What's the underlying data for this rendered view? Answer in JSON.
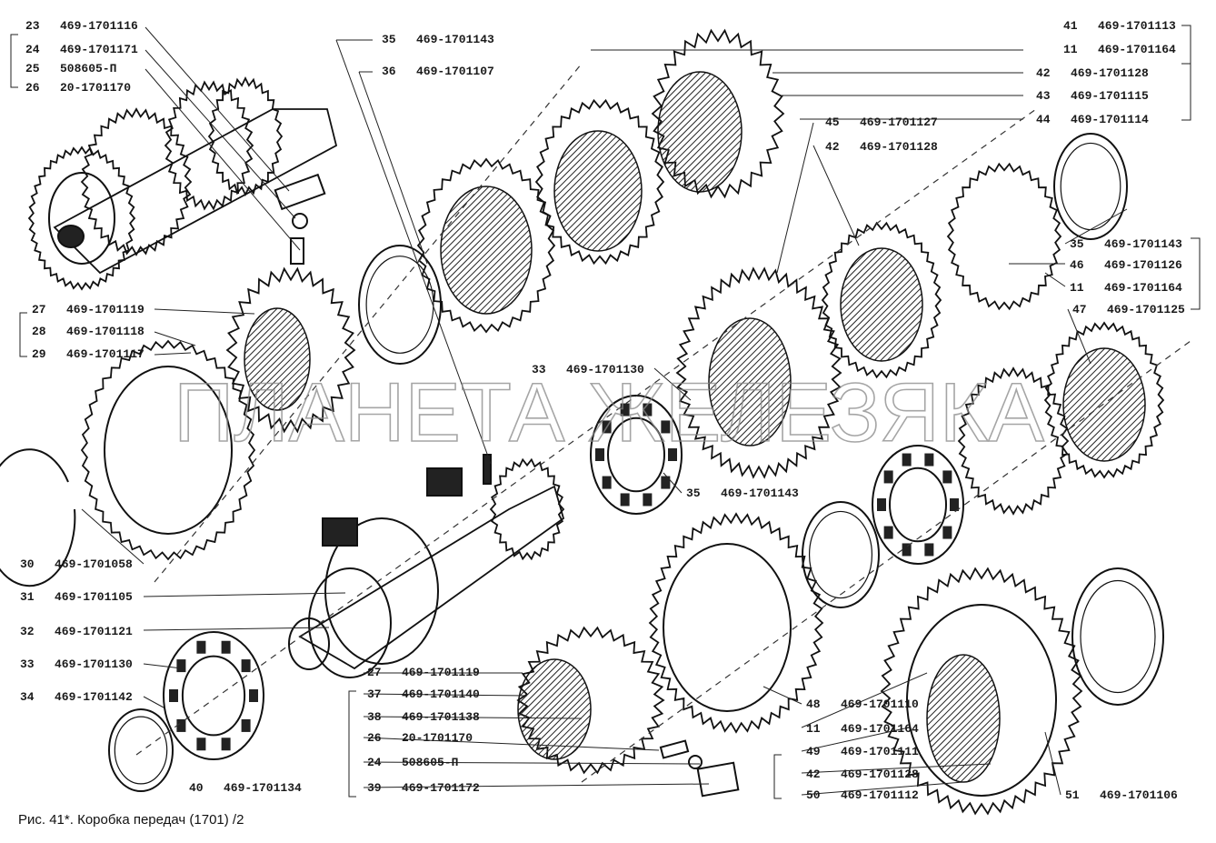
{
  "caption": "Рис. 41*. Коробка передач (1701) /2",
  "watermark": "ПЛАНЕТА ЖЕЛЕЗЯКА",
  "labels": [
    {
      "num": "23",
      "part": "469-1701116"
    },
    {
      "num": "24",
      "part": "469-1701171"
    },
    {
      "num": "25",
      "part": "508605-П"
    },
    {
      "num": "26",
      "part": "20-1701170"
    },
    {
      "num": "27",
      "part": "469-1701119"
    },
    {
      "num": "28",
      "part": "469-1701118"
    },
    {
      "num": "29",
      "part": "469-1701117"
    },
    {
      "num": "30",
      "part": "469-1701058"
    },
    {
      "num": "31",
      "part": "469-1701105"
    },
    {
      "num": "32",
      "part": "469-1701121"
    },
    {
      "num": "33",
      "part": "469-1701130"
    },
    {
      "num": "34",
      "part": "469-1701142"
    },
    {
      "num": "40",
      "part": "469-1701134"
    },
    {
      "num": "35",
      "part": "469-1701143"
    },
    {
      "num": "36",
      "part": "469-1701107"
    },
    {
      "num": "41",
      "part": "469-1701113"
    },
    {
      "num": "11",
      "part": "469-1701164"
    },
    {
      "num": "42",
      "part": "469-1701128"
    },
    {
      "num": "43",
      "part": "469-1701115"
    },
    {
      "num": "44",
      "part": "469-1701114"
    },
    {
      "num": "45",
      "part": "469-1701127"
    },
    {
      "num": "42",
      "part": "469-1701128"
    },
    {
      "num": "35",
      "part": "469-1701143"
    },
    {
      "num": "46",
      "part": "469-1701126"
    },
    {
      "num": "11",
      "part": "469-1701164"
    },
    {
      "num": "47",
      "part": "469-1701125"
    },
    {
      "num": "33",
      "part": "469-1701130"
    },
    {
      "num": "35",
      "part": "469-1701143"
    },
    {
      "num": "27",
      "part": "469-1701119"
    },
    {
      "num": "37",
      "part": "469-1701140"
    },
    {
      "num": "38",
      "part": "469-1701138"
    },
    {
      "num": "26",
      "part": "20-1701170"
    },
    {
      "num": "24",
      "part": "508605-П"
    },
    {
      "num": "39",
      "part": "469-1701172"
    },
    {
      "num": "48",
      "part": "469-1701110"
    },
    {
      "num": "11",
      "part": "469-1701164"
    },
    {
      "num": "49",
      "part": "469-1701111"
    },
    {
      "num": "42",
      "part": "469-1701128"
    },
    {
      "num": "50",
      "part": "469-1701112"
    },
    {
      "num": "51",
      "part": "469-1701106"
    }
  ]
}
